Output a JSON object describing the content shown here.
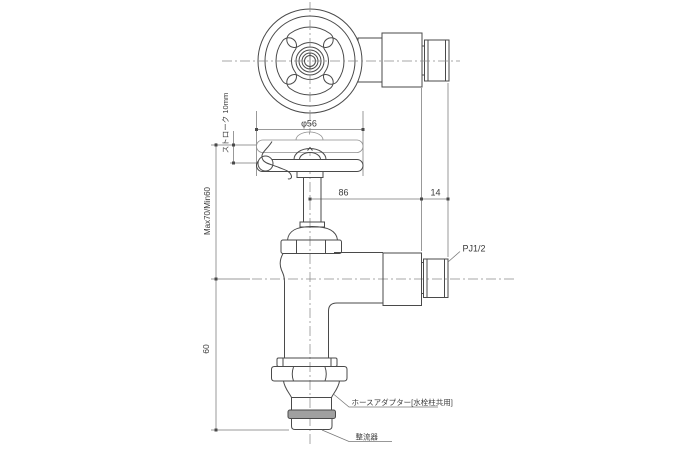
{
  "drawing": {
    "kind": "faucet-technical-drawing",
    "labels": {
      "diameter": "φ56",
      "width_main": "86",
      "width_thread": "14",
      "stroke": "ストローク 10mm",
      "height_max_min": "Max70/Min60",
      "height_lower": "60",
      "thread_size": "PJ1/2",
      "hose_adapter": "ホースアダプター[水栓柱共用]",
      "flow_straightener": "整流器"
    },
    "colors": {
      "line": "#4a4a4a",
      "thin_line": "#777777",
      "centerline": "#8a8a8a",
      "background": "#ffffff",
      "seal_ring_fill": "#a0a0a0"
    }
  }
}
